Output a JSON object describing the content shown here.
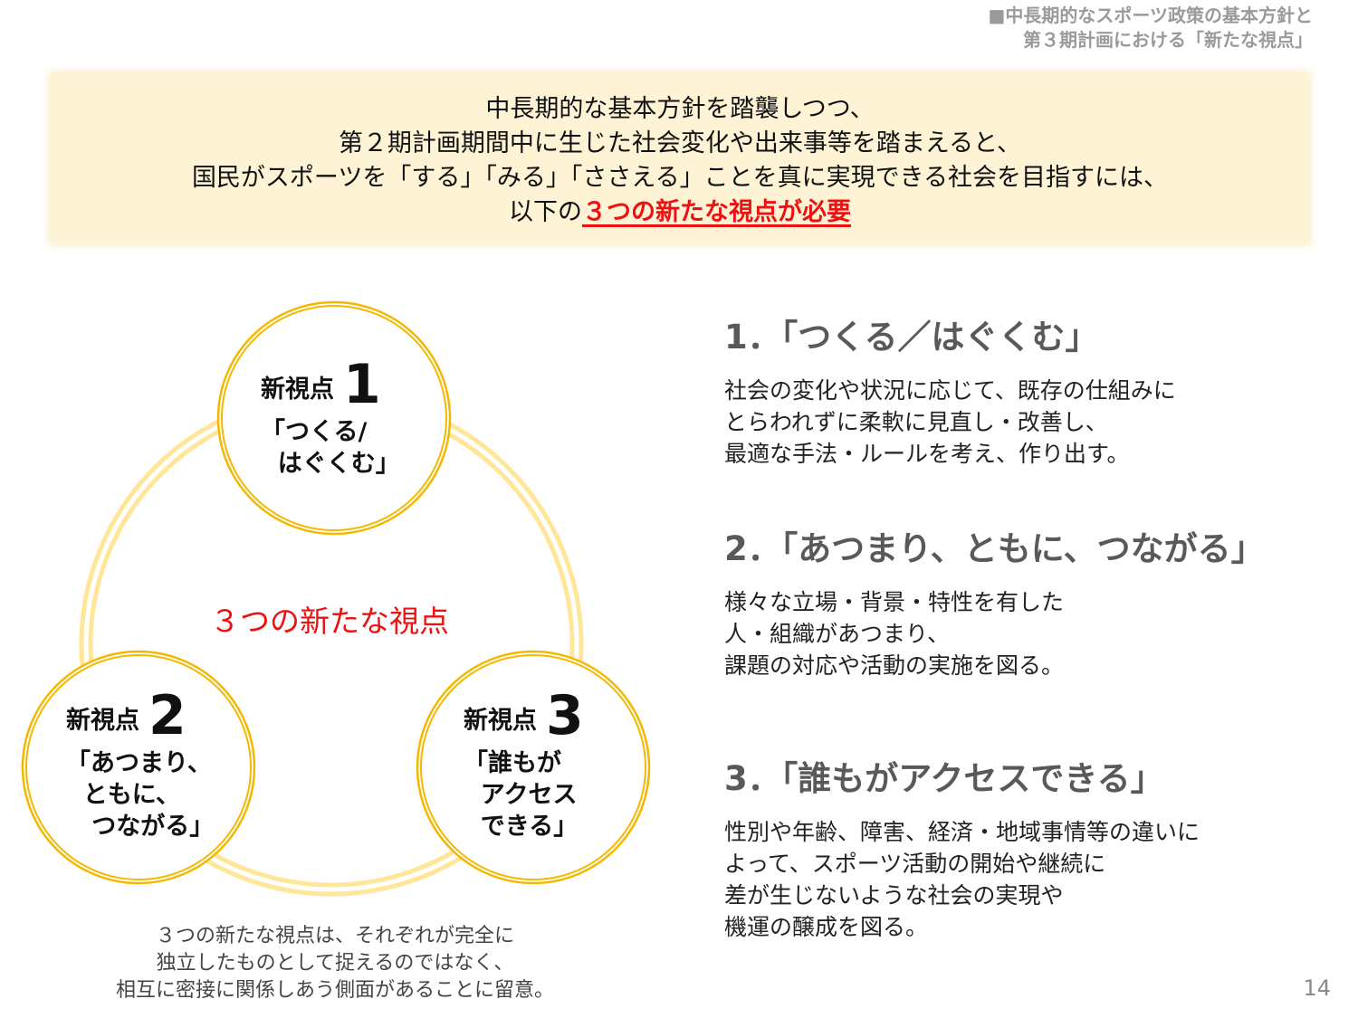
{
  "header": {
    "corner_title_line1": "■中長期的なスポーツ政策の基本方針と",
    "corner_title_line2": "第３期計画における「新たな視点」"
  },
  "intro": {
    "line1": "中長期的な基本方針を踏襲しつつ、",
    "line2": "第２期計画期間中に生じた社会変化や出来事等を踏まえると、",
    "line3": "国民がスポーツを「する」「みる」「ささえる」ことを真に実現できる社会を目指すには、",
    "line4_prefix": "以下の",
    "line4_highlight": "３つの新たな視点が必要"
  },
  "diagram": {
    "center_label": "３つの新たな視点",
    "colors": {
      "ring_outer": "#ffe699",
      "circle_border": "#f5b800",
      "center_text": "#ee1111"
    },
    "circles": [
      {
        "head": "新視点",
        "num": "1",
        "sub": "「つくる/\n  はぐくむ」"
      },
      {
        "head": "新視点",
        "num": "2",
        "sub": "「あつまり、\n  ともに、\n   つながる」"
      },
      {
        "head": "新視点",
        "num": "3",
        "sub": "「誰もが\n  アクセス\n  できる」"
      }
    ],
    "note_line1": "３つの新たな視点は、それぞれが完全に",
    "note_line2": "独立したものとして捉えるのではなく、",
    "note_line3": "相互に密接に関係しあう側面があることに留意。"
  },
  "sections": [
    {
      "title": "1．「つくる／はぐくむ」",
      "body": "社会の変化や状況に応じて、既存の仕組みに\nとらわれずに柔軟に見直し・改善し、\n最適な手法・ルールを考え、作り出す。"
    },
    {
      "title": "2．「あつまり、ともに、つながる」",
      "body": "様々な立場・背景・特性を有した\n人・組織があつまり、\n課題の対応や活動の実施を図る。"
    },
    {
      "title": "3．「誰もがアクセスできる」",
      "body": "性別や年齢、障害、経済・地域事情等の違いに\nよって、スポーツ活動の開始や継続に\n差が生じないような社会の実現や\n機運の醸成を図る。"
    }
  ],
  "footer": {
    "page_number": "14"
  }
}
